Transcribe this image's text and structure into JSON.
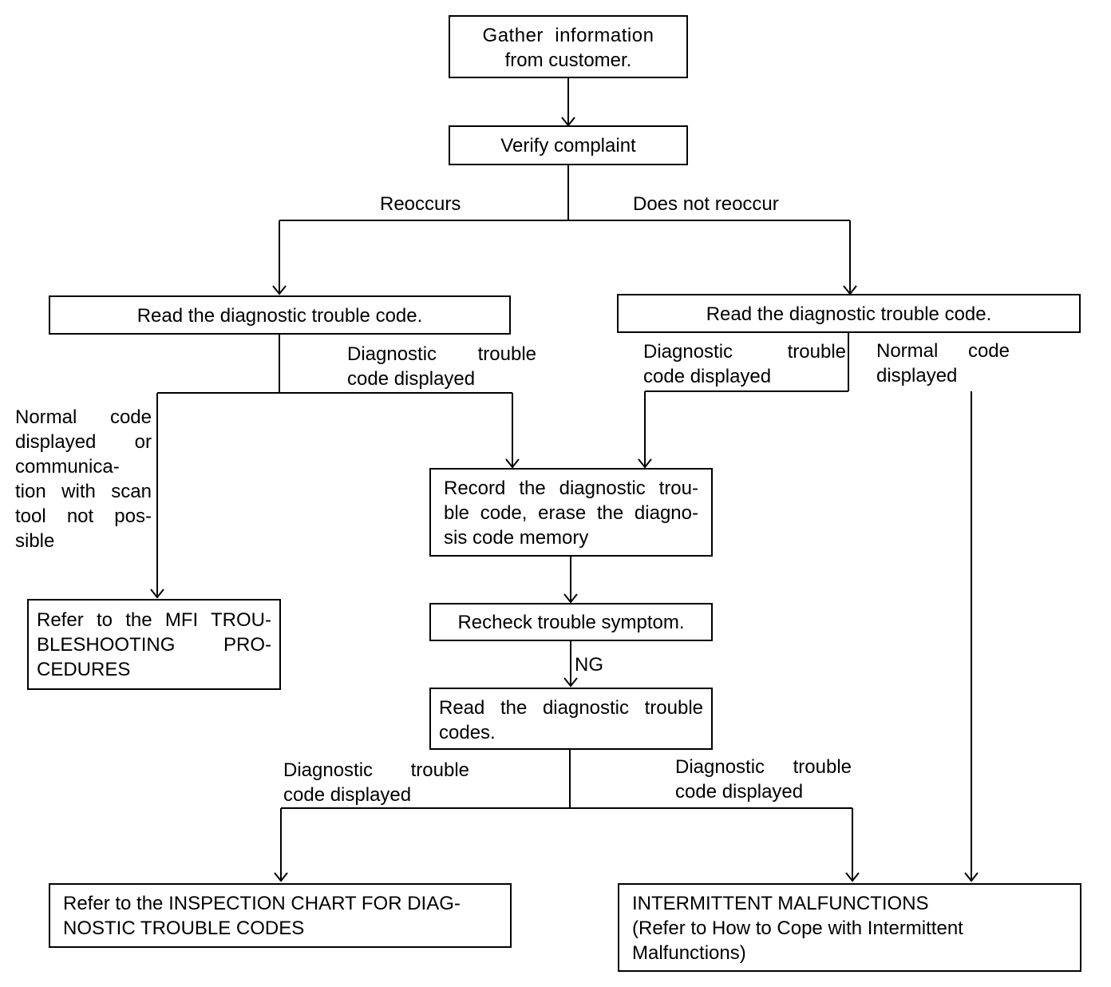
{
  "nodes": {
    "gather": {
      "lines": [
        "Gather  information",
        "from customer."
      ]
    },
    "verify": {
      "lines": [
        "Verify complaint"
      ]
    },
    "read_left": {
      "lines": [
        "Read the diagnostic trouble code."
      ]
    },
    "read_right": {
      "lines": [
        "Read the diagnostic trouble code."
      ]
    },
    "record": {
      "lines": [
        "Record the diagnostic trou-",
        "ble code, erase the diagno-",
        "sis code memory"
      ]
    },
    "mfi": {
      "lines": [
        "Refer to the MFI TROU-",
        "BLESHOOTING  PRO-",
        "CEDURES"
      ]
    },
    "recheck": {
      "lines": [
        "Recheck trouble symptom."
      ]
    },
    "read_codes": {
      "lines": [
        "Read the diagnostic trouble",
        "codes."
      ]
    },
    "inspection": {
      "lines": [
        "Refer to the INSPECTION CHART FOR DIAG-",
        "NOSTIC TROUBLE CODES"
      ]
    },
    "intermittent": {
      "lines": [
        "INTERMITTENT MALFUNCTIONS",
        "(Refer to How to Cope with Intermittent",
        "Malfunctions)"
      ]
    }
  },
  "labels": {
    "reoccurs": {
      "lines": [
        "Reoccurs"
      ]
    },
    "does_not_reoccur": {
      "lines": [
        "Does not reoccur"
      ]
    },
    "dtc_left": {
      "lines": [
        "Diagnostic  trouble",
        "code displayed"
      ]
    },
    "normal_left": {
      "lines": [
        "Normal  code",
        "displayed  or",
        "communica-",
        "tion with scan",
        "tool  not  pos-",
        "sible"
      ]
    },
    "dtc_right": {
      "lines": [
        "Diagnostic  trouble",
        "code displayed"
      ]
    },
    "normal_right": {
      "lines": [
        "Normal  code",
        "displayed"
      ]
    },
    "ng": {
      "lines": [
        "NG"
      ]
    },
    "dtc_bottom_left": {
      "lines": [
        "Diagnostic  trouble",
        "code displayed"
      ]
    },
    "dtc_bottom_right": {
      "lines": [
        "Diagnostic  trouble",
        "code displayed"
      ]
    }
  }
}
